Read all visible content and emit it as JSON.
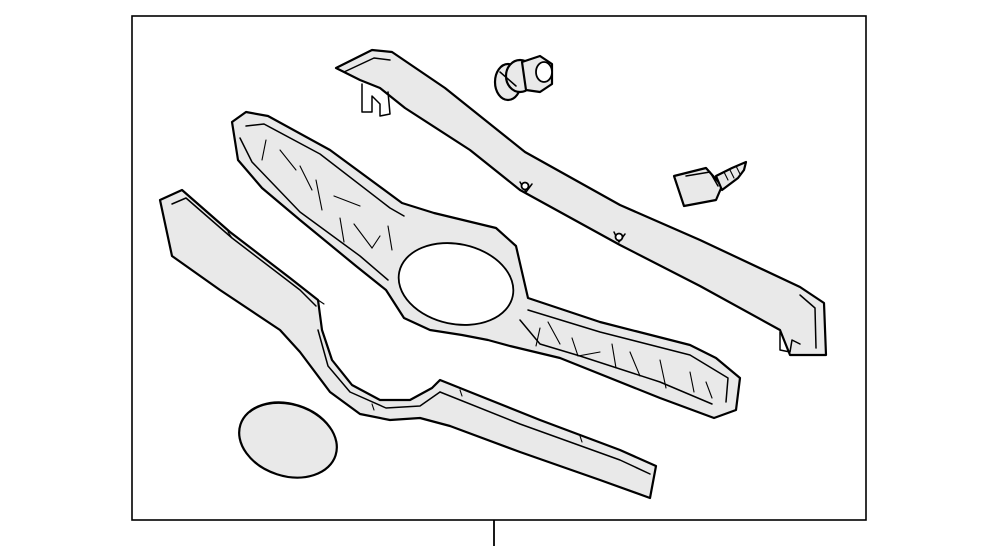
{
  "diagram": {
    "type": "exploded parts diagram",
    "colors": {
      "background": "#ffffff",
      "part_fill": "#e9e9e9",
      "line": "#000000"
    },
    "parts": [
      {
        "name": "upper-molding"
      },
      {
        "name": "push-clip"
      },
      {
        "name": "screw-clip"
      },
      {
        "name": "grille-assembly"
      },
      {
        "name": "lower-molding"
      },
      {
        "name": "emblem"
      }
    ]
  }
}
